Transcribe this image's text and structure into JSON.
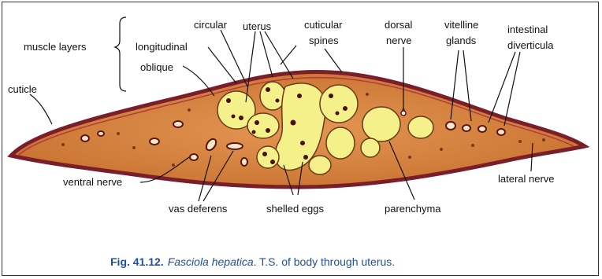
{
  "labels": {
    "muscle_layers": "muscle layers",
    "circular": "circular",
    "longitudinal": "longitudinal",
    "oblique": "oblique",
    "cuticle": "cuticle",
    "uterus": "uterus",
    "cuticular_spines_1": "cuticular",
    "cuticular_spines_2": "spines",
    "dorsal_nerve_1": "dorsal",
    "dorsal_nerve_2": "nerve",
    "vitelline_glands_1": "vitelline",
    "vitelline_glands_2": "glands",
    "intestinal_diverticula_1": "intestinal",
    "intestinal_diverticula_2": "diverticula",
    "ventral_nerve": "ventral nerve",
    "vas_deferens": "vas deferens",
    "shelled_eggs": "shelled eggs",
    "parenchyma": "parenchyma",
    "lateral_nerve": "lateral nerve"
  },
  "caption": {
    "figno": "Fig. 41.12.",
    "species": "Fasciola hepatica",
    "rest": ". T.S. of body through uterus."
  },
  "colors": {
    "body_fill": "#d9853f",
    "body_outline": "#7a1f2a",
    "cuticle_band": "#9c2a36",
    "uterus_fill": "#f4f08a",
    "egg_dot": "#4a1010",
    "caption": "#1f4f9a"
  }
}
